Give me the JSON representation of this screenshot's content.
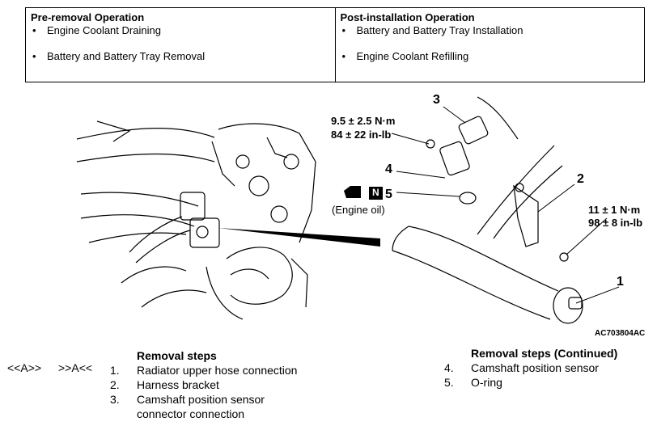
{
  "operations": {
    "pre_title": "Pre-removal Operation",
    "pre_items": [
      "Engine Coolant Draining",
      "Battery and Battery Tray Removal"
    ],
    "post_title": "Post-installation Operation",
    "post_items": [
      "Battery and Battery Tray Installation",
      "Engine Coolant Refilling"
    ],
    "bullet": "•"
  },
  "figure": {
    "callouts": [
      "1",
      "2",
      "3",
      "4",
      "5"
    ],
    "torque_top_1": "9.5 ± 2.5 N·m",
    "torque_top_2": "84 ± 22 in-lb",
    "torque_right_1": "11 ± 1 N·m",
    "torque_right_2": "98 ± 8 in-lb",
    "engine_oil": "(Engine oil)",
    "new_part_symbol": "N",
    "figure_code": "AC703804AC"
  },
  "markers": {
    "marker_a_left": "<<A>>",
    "marker_a_right": ">>A<<"
  },
  "steps_left": {
    "title": "Removal steps",
    "items": [
      {
        "num": "1.",
        "text": "Radiator upper hose connection"
      },
      {
        "num": "2.",
        "text": "Harness bracket"
      },
      {
        "num": "3.",
        "text": "Camshaft position sensor"
      },
      {
        "num": "",
        "text": "connector connection"
      }
    ]
  },
  "steps_right": {
    "title": "Removal steps (Continued)",
    "items": [
      {
        "num": "4.",
        "text": "Camshaft position sensor"
      },
      {
        "num": "5.",
        "text": "O-ring"
      }
    ]
  }
}
